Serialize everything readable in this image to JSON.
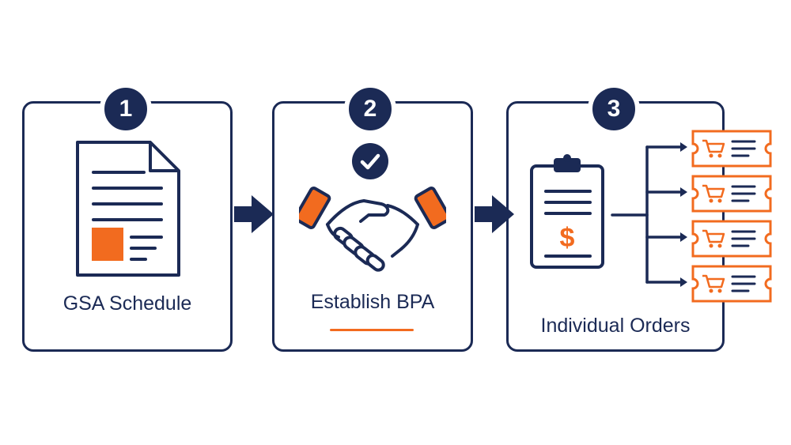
{
  "steps": [
    {
      "number": "1",
      "label": "GSA Schedule",
      "icon": "document-icon"
    },
    {
      "number": "2",
      "label": "Establish BPA",
      "icon": "handshake-icon"
    },
    {
      "number": "3",
      "label": "Individual Orders",
      "icon": "clipboard-dollar-icon"
    }
  ],
  "order_tickets": {
    "count": 4,
    "icon": "cart-ticket-icon"
  },
  "colors": {
    "navy": "#1b2a55",
    "orange": "#f26b1f",
    "background": "#ffffff"
  },
  "symbols": {
    "currency": "$",
    "check": "check-icon"
  }
}
